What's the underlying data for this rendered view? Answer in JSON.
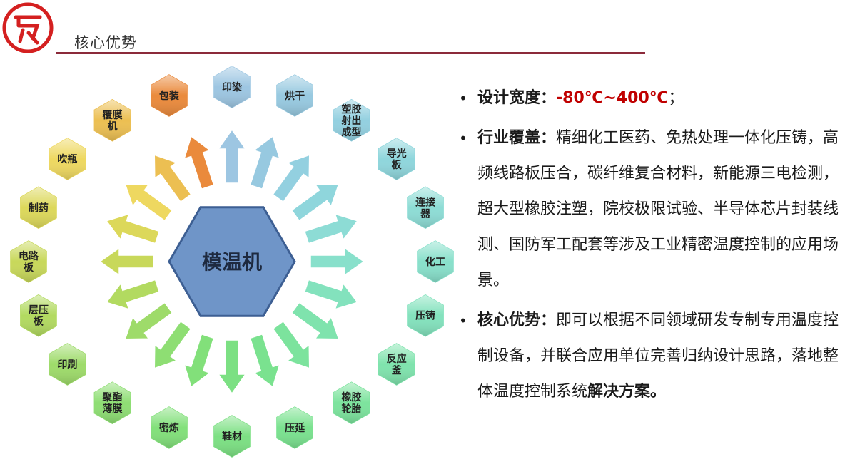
{
  "header": {
    "title": "核心优势"
  },
  "diagram": {
    "center": "模温机",
    "items": [
      {
        "label": "印染",
        "lines": [
          "印染"
        ],
        "color": "#9dc6e2"
      },
      {
        "label": "烘干",
        "lines": [
          "烘干"
        ],
        "color": "#97c9e0"
      },
      {
        "label": "塑胶射出成型",
        "lines": [
          "塑胶",
          "射出",
          "成型"
        ],
        "color": "#93d0e0"
      },
      {
        "label": "导光板",
        "lines": [
          "导光",
          "板"
        ],
        "color": "#8fd6dc"
      },
      {
        "label": "连接器",
        "lines": [
          "连接",
          "器"
        ],
        "color": "#8ddcd5"
      },
      {
        "label": "化工",
        "lines": [
          "化工"
        ],
        "color": "#88e0cb"
      },
      {
        "label": "压铸",
        "lines": [
          "压铸"
        ],
        "color": "#83e2bd"
      },
      {
        "label": "反应釜",
        "lines": [
          "反应",
          "釜"
        ],
        "color": "#7fe3ad"
      },
      {
        "label": "橡胶轮胎",
        "lines": [
          "橡胶",
          "轮胎"
        ],
        "color": "#7ce39d"
      },
      {
        "label": "压延",
        "lines": [
          "压延"
        ],
        "color": "#7ae28f"
      },
      {
        "label": "鞋材",
        "lines": [
          "鞋材"
        ],
        "color": "#7ce083"
      },
      {
        "label": "密炼",
        "lines": [
          "密炼"
        ],
        "color": "#82e07a"
      },
      {
        "label": "聚酯薄膜",
        "lines": [
          "聚酯",
          "薄膜"
        ],
        "color": "#8ede73"
      },
      {
        "label": "印刷",
        "lines": [
          "印刷"
        ],
        "color": "#9edb6a"
      },
      {
        "label": "层压板",
        "lines": [
          "层压",
          "板"
        ],
        "color": "#b2da60"
      },
      {
        "label": "电路板",
        "lines": [
          "电路",
          "板"
        ],
        "color": "#c8d85a"
      },
      {
        "label": "制药",
        "lines": [
          "制药"
        ],
        "color": "#dcd85a"
      },
      {
        "label": "吹瓶",
        "lines": [
          "吹瓶"
        ],
        "color": "#eed860"
      },
      {
        "label": "覆膜机",
        "lines": [
          "覆膜",
          "机"
        ],
        "color": "#ecbf52"
      },
      {
        "label": "包装",
        "lines": [
          "包装"
        ],
        "color": "#ea8a3c"
      }
    ]
  },
  "bullets": {
    "b1": {
      "label": "设计宽度：",
      "value": "-80℃~400℃",
      "tail": "；"
    },
    "b2": {
      "label": "行业覆盖：",
      "text": "精细化工医药、免热处理一体化压铸，高频线路板压合，碳纤维复合材料，新能源三电检测，超大型橡胶注塑，院校极限试验、半导体芯片封装线测、国防军工配套等涉及工业精密温度控制的应用场景。"
    },
    "b3": {
      "label": "核心优势：",
      "text": "即可以根据不同领域研发专制专用温度控制设备，并联合应用单位完善归纳设计思路，落地整体温度控制系统",
      "emph": "解决方案。"
    }
  },
  "colors": {
    "accent_red": "#c00000",
    "rule": "#8b2a3a",
    "center_hex": "#6f95c8"
  }
}
